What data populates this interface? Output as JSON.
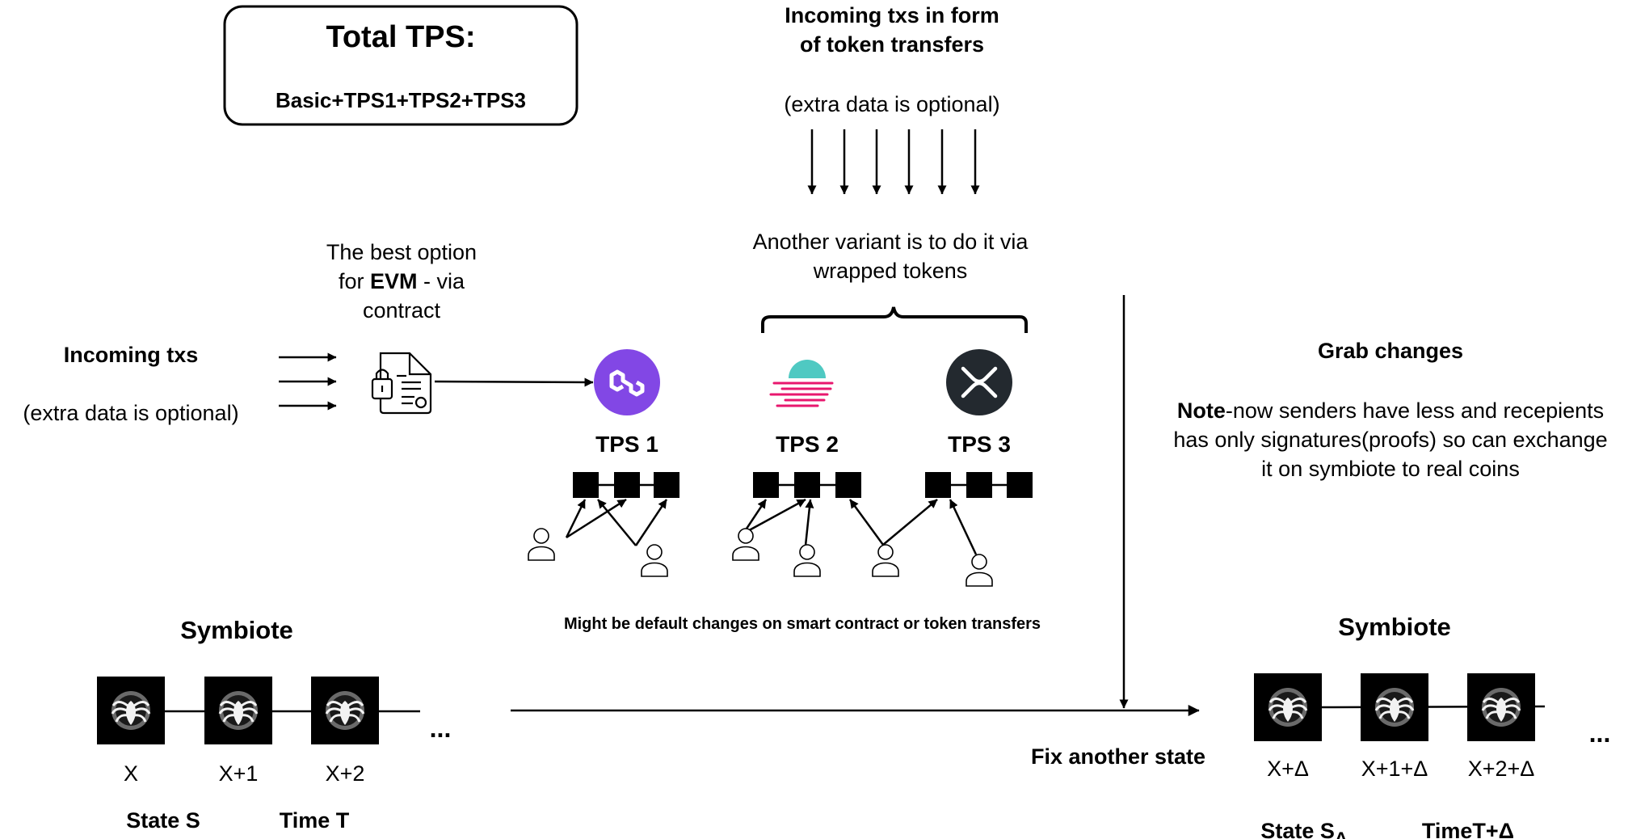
{
  "total_tps": {
    "title": "Total TPS:",
    "formula": "Basic+TPS1+TPS2+TPS3"
  },
  "incoming_token": {
    "line1": "Incoming txs in form",
    "line2": "of token transfers",
    "note": "(extra data is optional)"
  },
  "variant": {
    "line1": "Another variant is to do it via",
    "line2": "wrapped tokens"
  },
  "best_option": {
    "line1": "The best option",
    "line2_prefix": "for ",
    "line2_bold": "EVM",
    "line2_suffix": " - via",
    "line3": "contract"
  },
  "incoming_txs": {
    "title": "Incoming txs",
    "note": "(extra data is optional)"
  },
  "tps": {
    "tps1": "TPS 1",
    "tps2": "TPS 2",
    "tps3": "TPS 3"
  },
  "might_be": "Might be default changes on smart contract or token transfers",
  "grab_changes": {
    "title": "Grab changes",
    "note_bold": "Note",
    "note_line1_rest": "-now senders have less and recepients",
    "note_line2": "has only signatures(proofs) so can exchange",
    "note_line3": "it on symbiote to real coins"
  },
  "left_chain": {
    "title": "Symbiote",
    "labels": [
      "X",
      "X+1",
      "X+2"
    ],
    "ellipsis": "...",
    "state": "State S",
    "time": "Time T"
  },
  "fix_state": "Fix another state",
  "right_chain": {
    "title": "Symbiote",
    "labels": [
      "X+Δ",
      "X+1+Δ",
      "X+2+Δ"
    ],
    "ellipsis": "...",
    "state_main": "State S",
    "state_sub": "Δ",
    "time": "TimeT+Δ"
  },
  "icons": {
    "polygon": "polygon-icon",
    "wrapped": "wrapped-token-icon",
    "xrp": "xrp-icon",
    "contract": "contract-document-icon",
    "venom": "venom-icon",
    "user": "user-icon"
  },
  "colors": {
    "polygon": "#8247e5",
    "wrapped_dome": "#4fc9c2",
    "wrapped_lines": "#e8176e",
    "xrp": "#23292f"
  }
}
